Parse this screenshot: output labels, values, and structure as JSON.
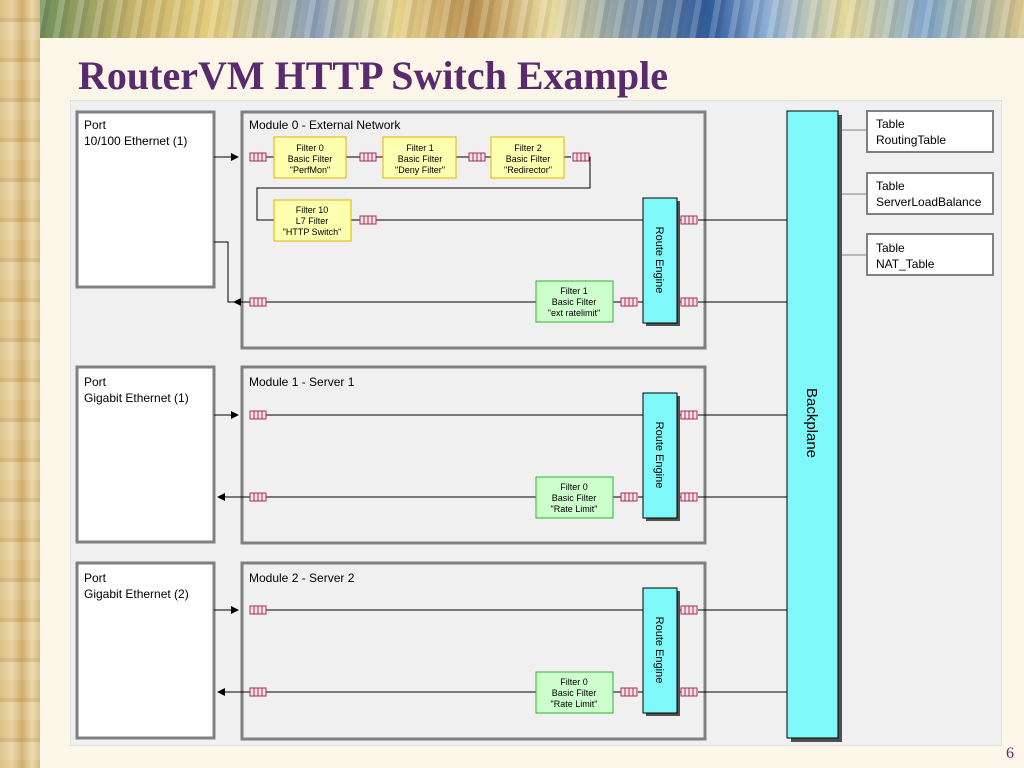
{
  "slide": {
    "title": "RouterVM HTTP Switch Example",
    "page_number": "6"
  },
  "colors": {
    "title": "#5a2a6e",
    "backplane": "#7ef8f8",
    "filter_yellow": "#ffffb0",
    "filter_green": "#ccffcc",
    "module_border": "#808080"
  },
  "diagram": {
    "ports": [
      {
        "label": "Port",
        "sub": "10/100 Ethernet (1)"
      },
      {
        "label": "Port",
        "sub": "Gigabit Ethernet (1)"
      },
      {
        "label": "Port",
        "sub": "Gigabit Ethernet (2)"
      }
    ],
    "modules": [
      {
        "title": "Module 0 - External Network"
      },
      {
        "title": "Module 1 - Server 1"
      },
      {
        "title": "Module 2 - Server 2"
      }
    ],
    "route_engine_label": "Route Engine",
    "backplane_label": "Backplane",
    "filters": {
      "f0_perfmon": [
        "Filter 0",
        "Basic Filter",
        "\"PerfMon\""
      ],
      "f1_deny": [
        "Filter 1",
        "Basic Filter",
        "\"Deny Filter\""
      ],
      "f2_redirector": [
        "Filter 2",
        "Basic Filter",
        "\"Redirector\""
      ],
      "f10_http": [
        "Filter 10",
        "L7 Filter",
        "\"HTTP Switch\""
      ],
      "f1_ratelimit": [
        "Filter 1",
        "Basic Filter",
        "\"ext ratelimit\""
      ],
      "m1_f0": [
        "Filter 0",
        "Basic Filter",
        "\"Rate Limit\""
      ],
      "m2_f0": [
        "Filter 0",
        "Basic Filter",
        "\"Rate Limit\""
      ]
    },
    "tables": [
      {
        "label": "Table",
        "name": "RoutingTable"
      },
      {
        "label": "Table",
        "name": "ServerLoadBalance"
      },
      {
        "label": "Table",
        "name": "NAT_Table"
      }
    ]
  }
}
